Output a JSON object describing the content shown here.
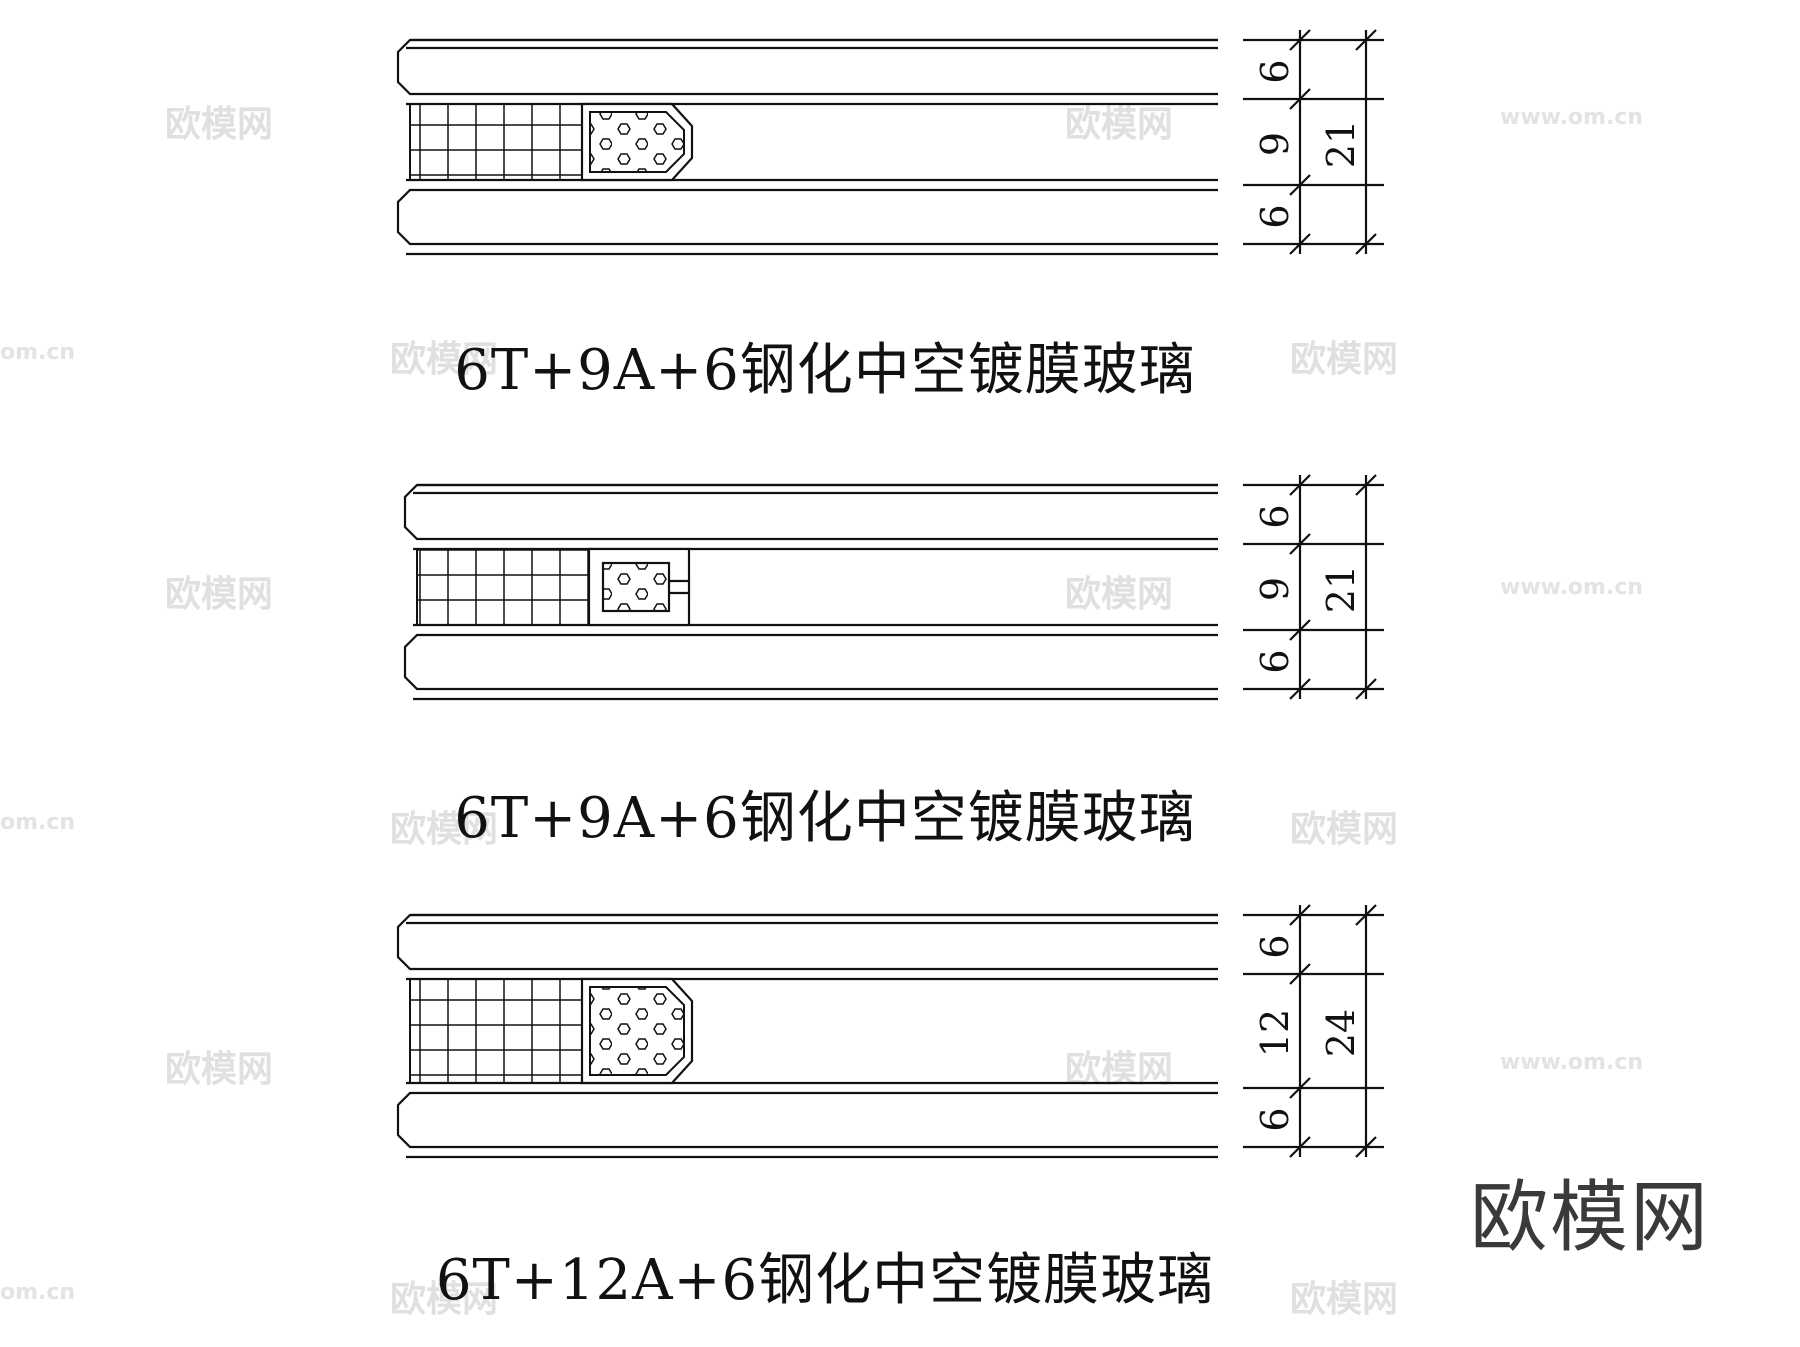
{
  "diagrams": [
    {
      "caption": "6T+9A+6钢化中空镀膜玻璃",
      "spacer_shape": "chamfered",
      "dims": {
        "top": "6",
        "middle": "9",
        "bottom": "6",
        "total": "21"
      }
    },
    {
      "caption": "6T+9A+6钢化中空镀膜玻璃",
      "spacer_shape": "square",
      "dims": {
        "top": "6",
        "middle": "9",
        "bottom": "6",
        "total": "21"
      }
    },
    {
      "caption": "6T+12A+6钢化中空镀膜玻璃",
      "spacer_shape": "chamfered",
      "dims": {
        "top": "6",
        "middle": "12",
        "bottom": "6",
        "total": "24"
      }
    }
  ],
  "watermark": {
    "text": "欧模网",
    "url": "www.om.cn",
    "url_short": "om.cn"
  },
  "brand_logo": "欧模网",
  "colors": {
    "line": "#111111",
    "watermark": "#e0e0e0",
    "brand": "#3a3a3a"
  }
}
